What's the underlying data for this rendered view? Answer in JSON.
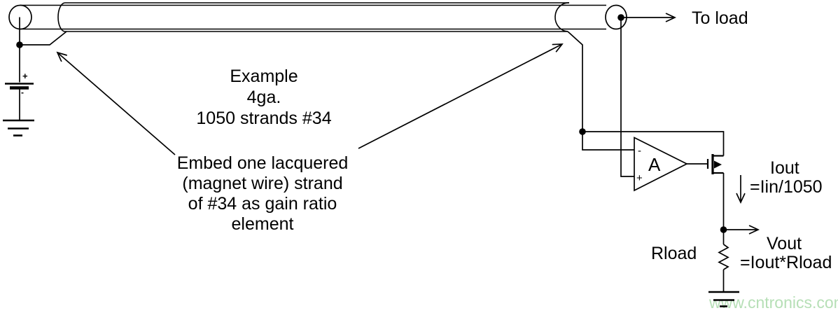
{
  "cable": {
    "example_line1": "Example",
    "example_line2": "4ga.",
    "example_line3": "1050 strands #34"
  },
  "annotation": {
    "line1": "Embed one lacquered",
    "line2": "(magnet wire) strand",
    "line3": "of #34 as gain ratio",
    "line4": "element"
  },
  "load": {
    "to_load": "To load"
  },
  "opamp": {
    "gain_label": "A",
    "minus": "-",
    "plus": "+"
  },
  "battery": {
    "plus": "+",
    "minus": "-"
  },
  "output": {
    "iout_label": "Iout",
    "iout_formula": "=Iin/1050",
    "vout_label": "Vout",
    "vout_formula": "=Iout*Rload",
    "rload_label": "Rload"
  },
  "watermark": {
    "text": "www.cntronics.com",
    "color": "#b6dfb6"
  },
  "colors": {
    "line": "#000000",
    "background": "#ffffff"
  }
}
